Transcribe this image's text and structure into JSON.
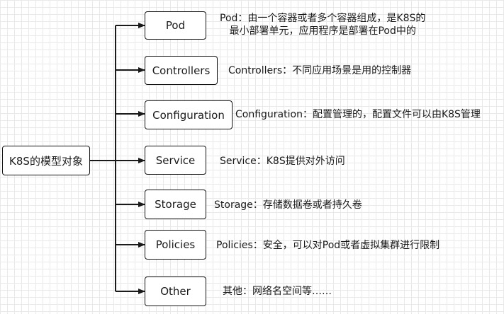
{
  "root": {
    "label": "K8S的模型对象"
  },
  "children": [
    {
      "label": "Pod",
      "note_lines": [
        "Pod：由一个容器或者多个容器组成，是K8S的",
        "最小部署单元，应用程序是部署在Pod中的"
      ]
    },
    {
      "label": "Controllers",
      "note_lines": [
        "Controllers：不同应用场景是用的控制器"
      ]
    },
    {
      "label": "Configuration",
      "note_lines": [
        "Configuration：配置管理的，配置文件可以由K8S管理"
      ]
    },
    {
      "label": "Service",
      "note_lines": [
        "Service：K8S提供对外访问"
      ]
    },
    {
      "label": "Storage",
      "note_lines": [
        "Storage：存储数据卷或者持久卷"
      ]
    },
    {
      "label": "Policies",
      "note_lines": [
        "Policies：安全，可以对Pod或者虚拟集群进行限制"
      ]
    },
    {
      "label": "Other",
      "note_lines": [
        "其他：网络名空间等……"
      ]
    }
  ],
  "colors": {
    "line": "#1a1a1a",
    "box_border": "#111111",
    "grid": "#e9e9e9"
  }
}
